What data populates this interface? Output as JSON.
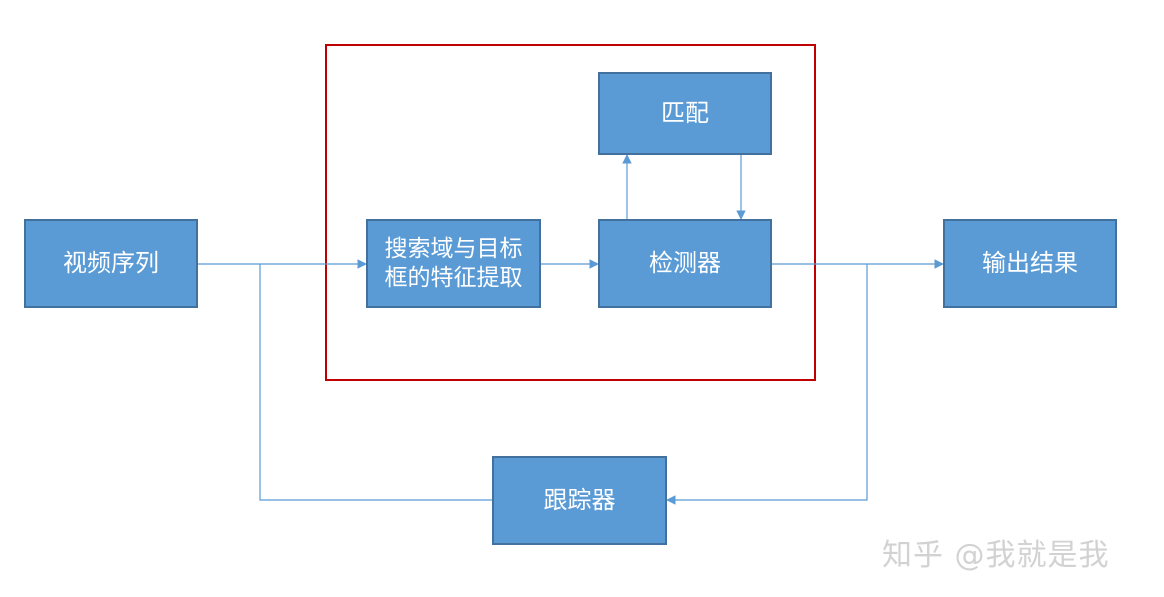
{
  "nodes": {
    "video_sequence": "视频序列",
    "feature_extraction": "搜索域与目标框的特征提取",
    "detector": "检测器",
    "matching": "匹配",
    "output_result": "输出结果",
    "tracker": "跟踪器"
  },
  "watermark": "知乎 @我就是我",
  "colors": {
    "box_fill": "#5b9bd5",
    "box_border": "#41719c",
    "box_text": "#ffffff",
    "connector": "#5b9bd5",
    "highlight_region": "#c00000"
  }
}
